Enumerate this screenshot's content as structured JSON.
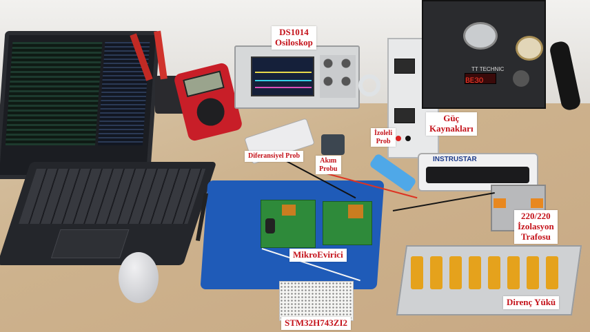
{
  "labels": {
    "oscilloscope": "DS1014\nOsiloskop",
    "power_supplies": "Güç\nKaynakları",
    "isolated_probe": "İzoleli\nProb",
    "differential_probe": "Diferansiyel Prob",
    "current_probe": "Akım\nProbu",
    "transformer": "220/220\nİzolasyon\nTrafosu",
    "microinverter": "MikroEvirici",
    "resistive_load": "Direnç Yükü",
    "mcu_board": "STM32H743ZI2"
  },
  "device_text": {
    "psu_brand": "INSTRUSTAR",
    "solder_station_brand": "TT TECHNIC",
    "solder_station_display": "ВЕЗО"
  },
  "colors": {
    "label_text": "#c4121a",
    "label_bg": "#ffffff",
    "mat": "#1f5bb8",
    "pcb": "#2e8a3a",
    "resistor": "#e5a21c"
  }
}
